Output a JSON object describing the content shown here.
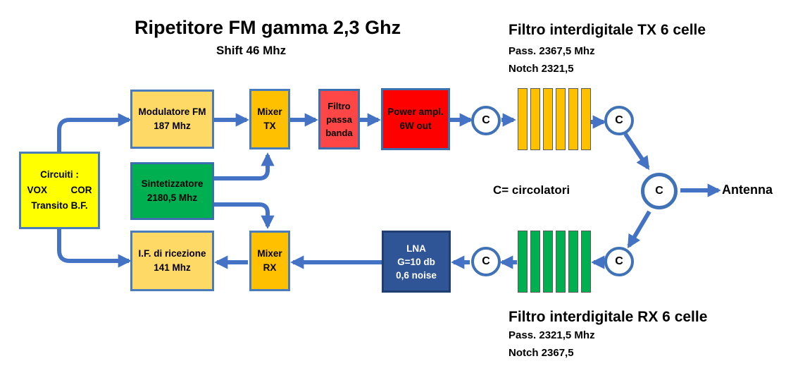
{
  "title": "Ripetitore FM gamma 2,3 Ghz",
  "subtitle": "Shift 46 Mhz",
  "tx_filter": {
    "heading": "Filtro interdigitale TX 6 celle",
    "pass": "Pass. 2367,5 Mhz",
    "notch": "Notch 2321,5",
    "cells": 6,
    "color": "#ffc000"
  },
  "rx_filter": {
    "heading": "Filtro interdigitale RX 6 celle",
    "pass": "Pass. 2321,5 Mhz",
    "notch": "Notch 2367,5",
    "cells": 6,
    "color": "#00b050"
  },
  "circuits": {
    "line1": "Circuiti :",
    "vox": "VOX",
    "cor": "COR",
    "line3": "Transito B.F."
  },
  "modulator": {
    "line1": "Modulatore FM",
    "line2": "187 Mhz"
  },
  "mixer_tx": {
    "line1": "Mixer",
    "line2": "TX"
  },
  "bandpass": {
    "line1": "Filtro",
    "line2": "passa",
    "line3": "banda"
  },
  "power_amp": {
    "line1": "Power ampl.",
    "line2": "6W out"
  },
  "synth": {
    "line1": "Sintetizzatore",
    "line2": "2180,5 Mhz"
  },
  "if_rx": {
    "line1": "I.F. di ricezione",
    "line2": "141 Mhz"
  },
  "mixer_rx": {
    "line1": "Mixer",
    "line2": "RX"
  },
  "lna": {
    "line1": "LNA",
    "line2": "G=10 db",
    "line3": "0,6 noise"
  },
  "circulator_label": "C",
  "circulators_note": "C= circolatori",
  "antenna_label": "Antenna",
  "colors": {
    "arrow": "#4472c4",
    "arrow_dark": "#3f72b6"
  }
}
